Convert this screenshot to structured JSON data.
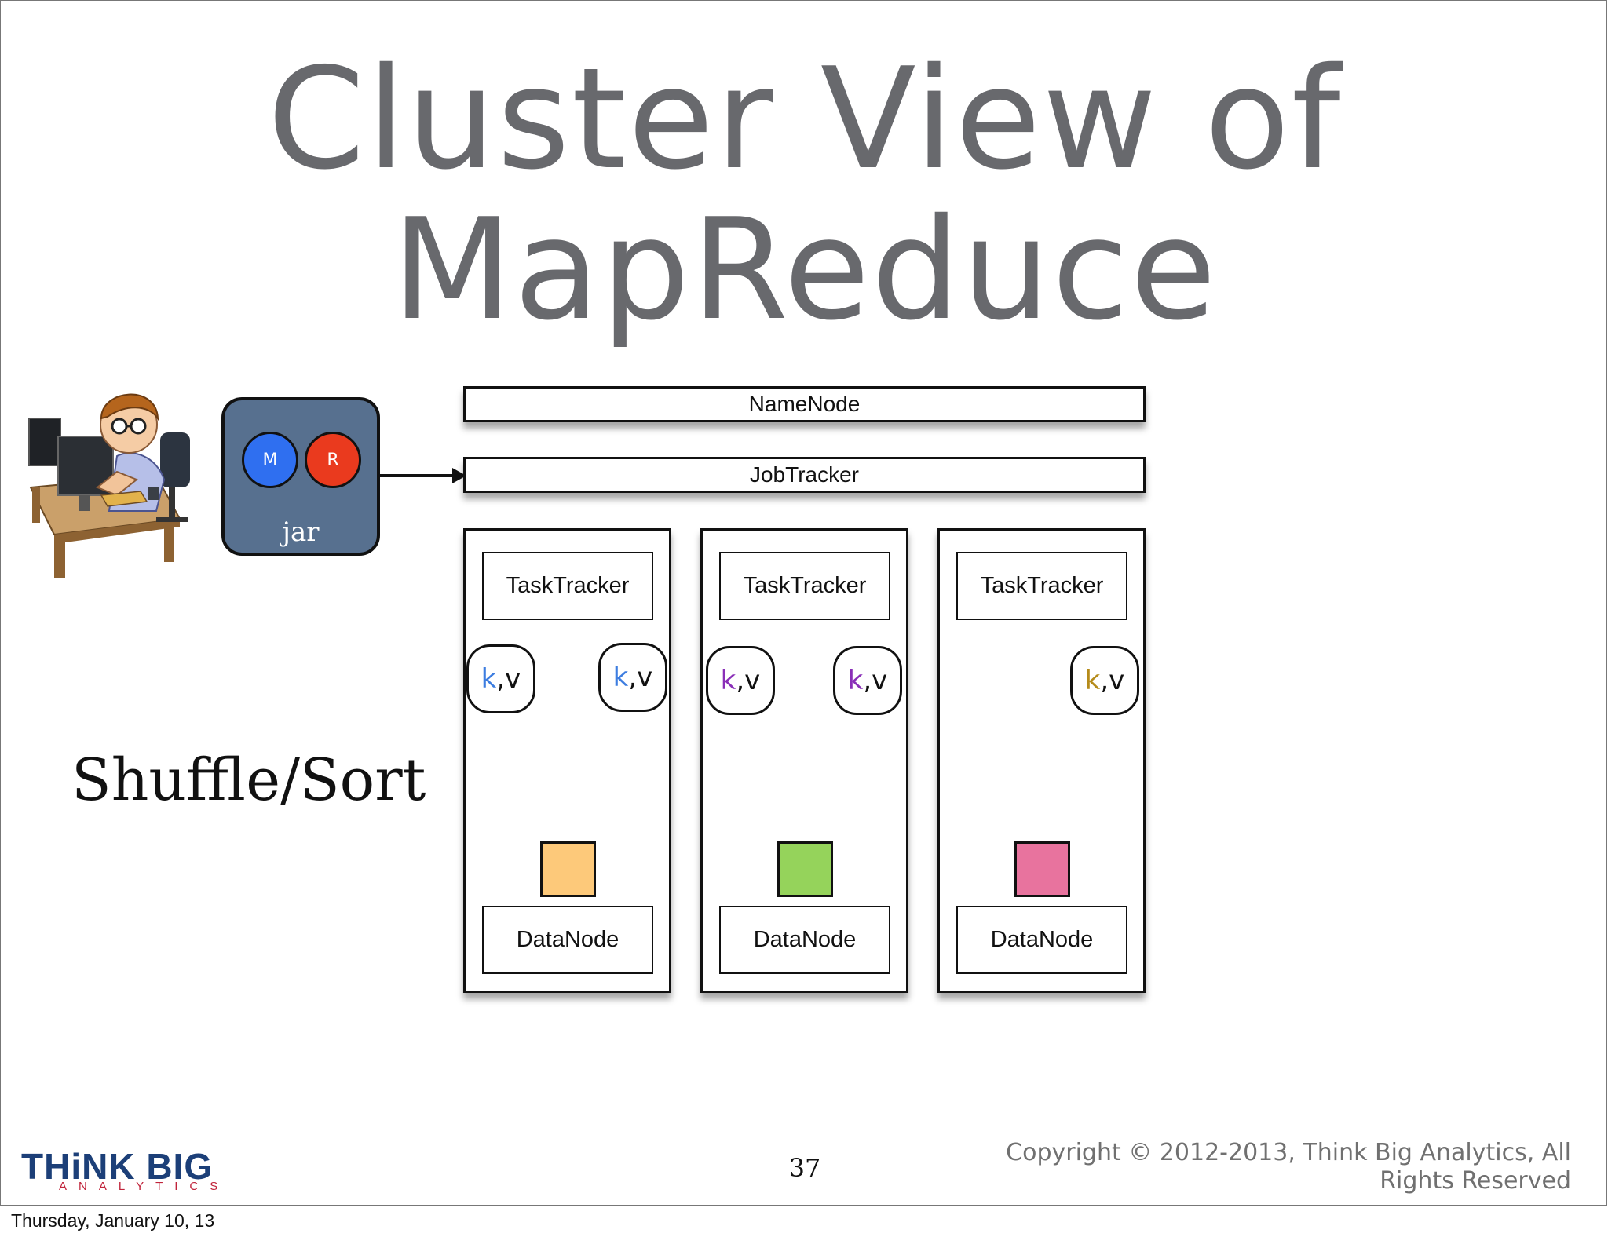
{
  "title": {
    "line1": "Cluster View of",
    "line2": "MapReduce"
  },
  "namenode": "NameNode",
  "jobtracker": "JobTracker",
  "jar": {
    "m": "M",
    "r": "R",
    "label": "jar",
    "m_color": "#2f6ff0",
    "r_color": "#ea3a1e"
  },
  "side_label": "Shuffle/Sort",
  "nodes": [
    {
      "tasktracker": "TaskTracker",
      "datanode": "DataNode",
      "square_color": "#fdc97a",
      "kv": [
        {
          "k": "k",
          "v": ",v",
          "k_color": "#3d7de0"
        },
        {
          "k": "k",
          "v": ",v",
          "k_color": "#3d7de0"
        }
      ]
    },
    {
      "tasktracker": "TaskTracker",
      "datanode": "DataNode",
      "square_color": "#95d35b",
      "kv": [
        {
          "k": "k",
          "v": ",v",
          "k_color": "#8a2fb8"
        },
        {
          "k": "k",
          "v": ",v",
          "k_color": "#8a2fb8"
        }
      ]
    },
    {
      "tasktracker": "TaskTracker",
      "datanode": "DataNode",
      "square_color": "#e8739e",
      "kv": [
        {
          "k": "k",
          "v": ",v",
          "k_color": "#b58b1a"
        }
      ]
    }
  ],
  "page_number": "37",
  "copyright": {
    "line1": "Copyright © 2012-2013, Think Big Analytics, All",
    "line2": "Rights Reserved"
  },
  "logo": {
    "main": "THiNK BIG",
    "sub": "ANALYTICS"
  },
  "footer_date": "Thursday, January 10, 13",
  "colors": {
    "title": "#68696d",
    "logo_blue": "#1c3f78",
    "logo_red": "#c0233a",
    "jar_bg": "#57708f"
  }
}
